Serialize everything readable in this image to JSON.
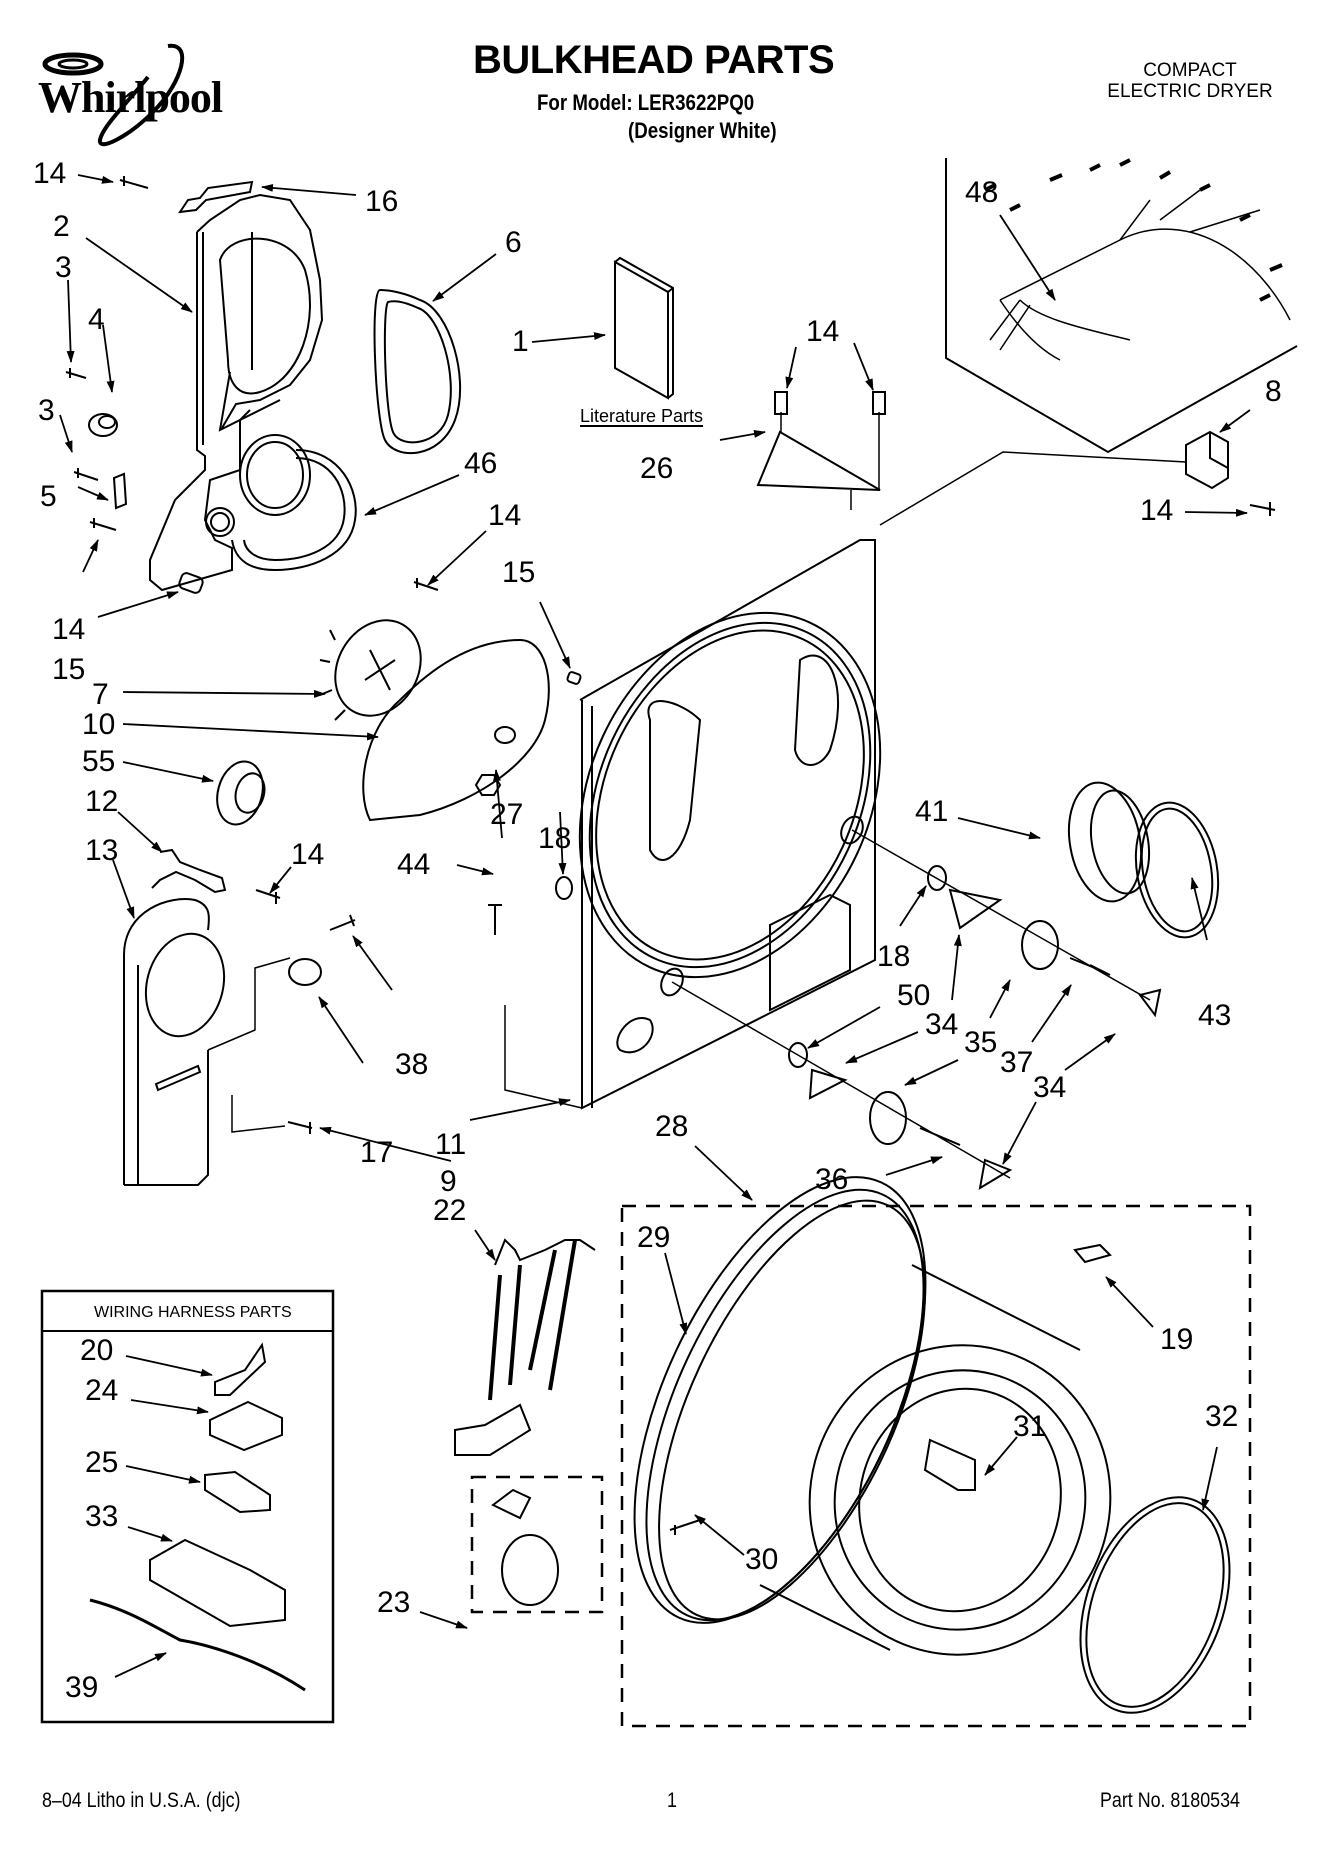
{
  "header": {
    "brand": "Whirlpool",
    "title": "BULKHEAD PARTS",
    "model_line": "For Model: LER3622PQ0",
    "color_line": "(Designer White)",
    "product_type": [
      "COMPACT",
      "ELECTRIC DRYER"
    ]
  },
  "labels": {
    "literature_parts": "Literature Parts",
    "wiring_harness_parts": "WIRING HARNESS PARTS"
  },
  "callouts": {
    "c14_top": "14",
    "c16": "16",
    "c2": "2",
    "c3a": "3",
    "c4": "4",
    "c3b": "3",
    "c5": "5",
    "c14_left": "14",
    "c15_left": "15",
    "c7": "7",
    "c10": "10",
    "c55": "55",
    "c12": "12",
    "c13": "13",
    "c14_mid": "14",
    "c6": "6",
    "c46": "46",
    "c14_fan": "14",
    "c15_mid": "15",
    "c1": "1",
    "c14_brace": "14",
    "c26": "26",
    "c48": "48",
    "c8": "8",
    "c14_right": "14",
    "c27": "27",
    "c18_left": "18",
    "c44": "44",
    "c38": "38",
    "c17": "17",
    "c11": "11",
    "c9": "9",
    "c41": "41",
    "c43": "43",
    "c18_right": "18",
    "c50": "50",
    "c34a": "34",
    "c35a": "35",
    "c37": "37",
    "c34b": "34",
    "c36": "36",
    "c28": "28",
    "c29": "29",
    "c19": "19",
    "c32": "32",
    "c31": "31",
    "c30": "30",
    "c22": "22",
    "c23": "23",
    "c20": "20",
    "c24": "24",
    "c25": "25",
    "c33": "33",
    "c39": "39"
  },
  "footer": {
    "litho": "8–04 Litho in U.S.A. (djc)",
    "page": "1",
    "part_no": "Part No. 8180534"
  }
}
